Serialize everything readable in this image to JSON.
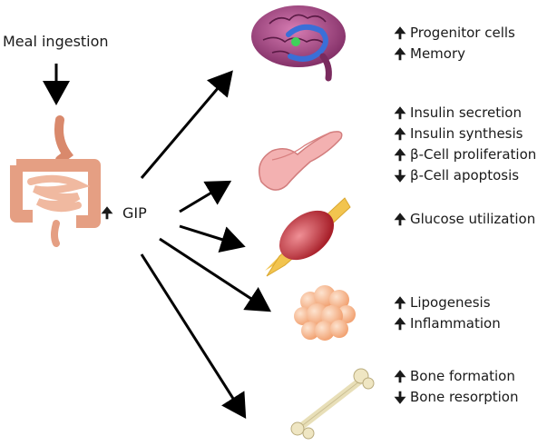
{
  "meal_label": "Meal ingestion",
  "gip_label": "GIP",
  "gip_direction": "up",
  "organs": [
    {
      "name": "brain",
      "effects": [
        {
          "dir": "up",
          "text": "Progenitor cells"
        },
        {
          "dir": "up",
          "text": "Memory"
        }
      ]
    },
    {
      "name": "pancreas",
      "effects": [
        {
          "dir": "up",
          "text": "Insulin secretion"
        },
        {
          "dir": "up",
          "text": "Insulin synthesis"
        },
        {
          "dir": "up",
          "text": "β-Cell proliferation"
        },
        {
          "dir": "down",
          "text": "β-Cell apoptosis"
        }
      ]
    },
    {
      "name": "muscle",
      "effects": [
        {
          "dir": "up",
          "text": "Glucose utilization"
        }
      ]
    },
    {
      "name": "adipose",
      "effects": [
        {
          "dir": "up",
          "text": "Lipogenesis"
        },
        {
          "dir": "up",
          "text": "Inflammation"
        }
      ]
    },
    {
      "name": "bone",
      "effects": [
        {
          "dir": "up",
          "text": "Bone formation"
        },
        {
          "dir": "down",
          "text": "Bone resorption"
        }
      ]
    }
  ],
  "glyphs": {
    "up": "🠉",
    "down": "🠋"
  },
  "colors": {
    "arrow": "#000000",
    "intestine": "#e9a98f",
    "brain": "#9b3a7a",
    "pancreas": "#f1a6a6",
    "muscle": "#c8343c",
    "tendon": "#f2c44f",
    "adipose": "#f7b88f",
    "bone": "#e8dfb8"
  }
}
